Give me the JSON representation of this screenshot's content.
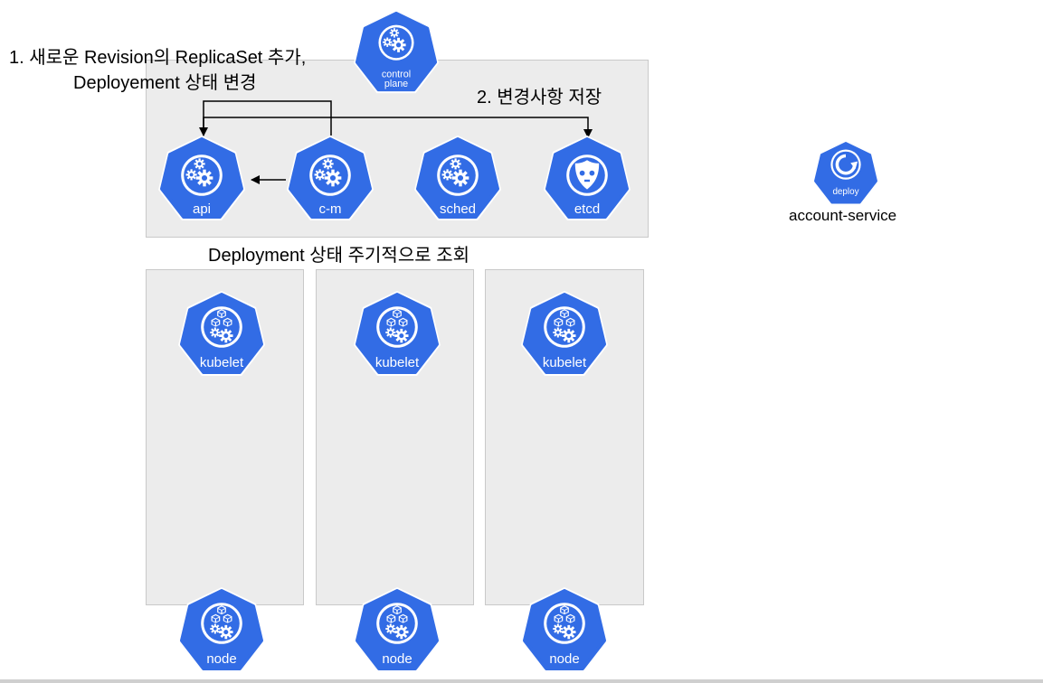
{
  "annotations": {
    "step1_line1": "1. 새로운 Revision의 ReplicaSet 추가,",
    "step1_line2": "Deployement 상태 변경",
    "step2": "2. 변경사항 저장",
    "poll": "Deployment 상태 주기적으로 조회"
  },
  "control_plane": {
    "label_line1": "control",
    "label_line2": "plane",
    "components": [
      {
        "label": "api",
        "icon": "gears-icon"
      },
      {
        "label": "c-m",
        "icon": "gears-icon"
      },
      {
        "label": "sched",
        "icon": "gears-icon"
      },
      {
        "label": "etcd",
        "icon": "etcd-robot-icon"
      }
    ]
  },
  "nodes": [
    {
      "kubelet_label": "kubelet",
      "node_label": "node"
    },
    {
      "kubelet_label": "kubelet",
      "node_label": "node"
    },
    {
      "kubelet_label": "kubelet",
      "node_label": "node"
    }
  ],
  "deploy": {
    "icon_label": "deploy",
    "name": "account-service"
  },
  "colors": {
    "k8s_blue": "#326ce5",
    "panel_bg": "#ececec",
    "panel_border": "#c9c9c9"
  }
}
